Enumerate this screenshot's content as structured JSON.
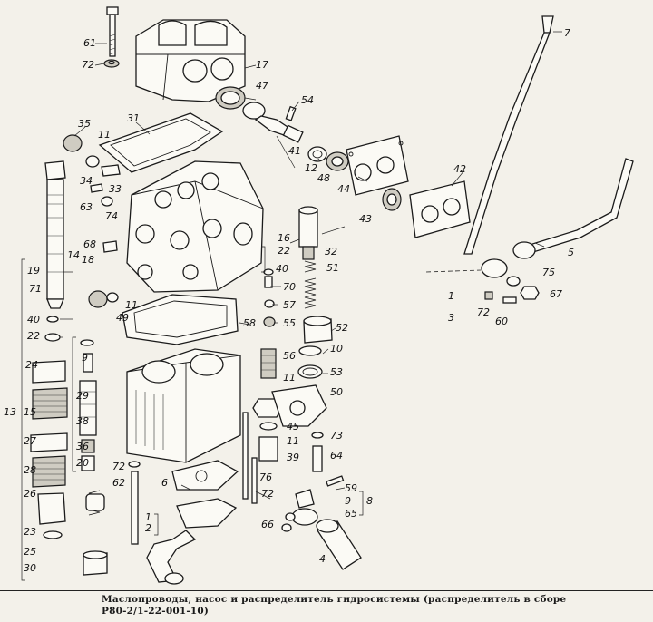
{
  "caption": {
    "line1": "Маслопроводы, насос и распределитель гидросистемы (распределитель в сборе",
    "line2": "Р80-2/1-22-001-10)"
  },
  "callouts": [
    {
      "id": "c61",
      "text": "61"
    },
    {
      "id": "c72a",
      "text": "72"
    },
    {
      "id": "c17",
      "text": "17"
    },
    {
      "id": "c47",
      "text": "47"
    },
    {
      "id": "c54",
      "text": "54"
    },
    {
      "id": "c7",
      "text": "7"
    },
    {
      "id": "c35",
      "text": "35"
    },
    {
      "id": "c31",
      "text": "31"
    },
    {
      "id": "c11a",
      "text": "11"
    },
    {
      "id": "c12",
      "text": "12"
    },
    {
      "id": "c41",
      "text": "41"
    },
    {
      "id": "c48",
      "text": "48"
    },
    {
      "id": "c44",
      "text": "44"
    },
    {
      "id": "c42",
      "text": "42"
    },
    {
      "id": "c34",
      "text": "34"
    },
    {
      "id": "c33",
      "text": "33"
    },
    {
      "id": "c63",
      "text": "63"
    },
    {
      "id": "c74",
      "text": "74"
    },
    {
      "id": "c43",
      "text": "43"
    },
    {
      "id": "c68",
      "text": "68"
    },
    {
      "id": "c18",
      "text": "18"
    },
    {
      "id": "c14",
      "text": "14"
    },
    {
      "id": "c16",
      "text": "16"
    },
    {
      "id": "c22a",
      "text": "22"
    },
    {
      "id": "c40a",
      "text": "40"
    },
    {
      "id": "c32",
      "text": "32"
    },
    {
      "id": "c5",
      "text": "5"
    },
    {
      "id": "c19",
      "text": "19"
    },
    {
      "id": "c51",
      "text": "51"
    },
    {
      "id": "c75",
      "text": "75"
    },
    {
      "id": "c70",
      "text": "70"
    },
    {
      "id": "c67",
      "text": "67"
    },
    {
      "id": "c71",
      "text": "71"
    },
    {
      "id": "c11b",
      "text": "11"
    },
    {
      "id": "c49",
      "text": "49"
    },
    {
      "id": "c57",
      "text": "57"
    },
    {
      "id": "c1a",
      "text": "1"
    },
    {
      "id": "c3",
      "text": "3"
    },
    {
      "id": "c72b",
      "text": "72"
    },
    {
      "id": "c60",
      "text": "60"
    },
    {
      "id": "c40b",
      "text": "40"
    },
    {
      "id": "c58",
      "text": "58"
    },
    {
      "id": "c55",
      "text": "55"
    },
    {
      "id": "c52",
      "text": "52"
    },
    {
      "id": "c22b",
      "text": "22"
    },
    {
      "id": "c9a",
      "text": "9"
    },
    {
      "id": "c10a",
      "text": "10"
    },
    {
      "id": "c56",
      "text": "56"
    },
    {
      "id": "c24",
      "text": "24"
    },
    {
      "id": "c53",
      "text": "53"
    },
    {
      "id": "c11c",
      "text": "11"
    },
    {
      "id": "c50",
      "text": "50"
    },
    {
      "id": "c29",
      "text": "29"
    },
    {
      "id": "c13",
      "text": "13"
    },
    {
      "id": "c15",
      "text": "15"
    },
    {
      "id": "c38",
      "text": "38"
    },
    {
      "id": "c45",
      "text": "45"
    },
    {
      "id": "c73",
      "text": "73"
    },
    {
      "id": "c27",
      "text": "27"
    },
    {
      "id": "c11d",
      "text": "11"
    },
    {
      "id": "c36",
      "text": "36"
    },
    {
      "id": "c39",
      "text": "39"
    },
    {
      "id": "c64",
      "text": "64"
    },
    {
      "id": "c20",
      "text": "20"
    },
    {
      "id": "c28",
      "text": "28"
    },
    {
      "id": "c72c",
      "text": "72"
    },
    {
      "id": "c62",
      "text": "62"
    },
    {
      "id": "c76",
      "text": "76"
    },
    {
      "id": "c6",
      "text": "6"
    },
    {
      "id": "c59",
      "text": "59"
    },
    {
      "id": "c26",
      "text": "26"
    },
    {
      "id": "c72d",
      "text": "72"
    },
    {
      "id": "c9b",
      "text": "9"
    },
    {
      "id": "c8",
      "text": "8"
    },
    {
      "id": "c1b",
      "text": "1"
    },
    {
      "id": "c65",
      "text": "65"
    },
    {
      "id": "c23",
      "text": "23"
    },
    {
      "id": "c2",
      "text": "2"
    },
    {
      "id": "c66",
      "text": "66"
    },
    {
      "id": "c25",
      "text": "25"
    },
    {
      "id": "c4",
      "text": "4"
    },
    {
      "id": "c30",
      "text": "30"
    }
  ]
}
